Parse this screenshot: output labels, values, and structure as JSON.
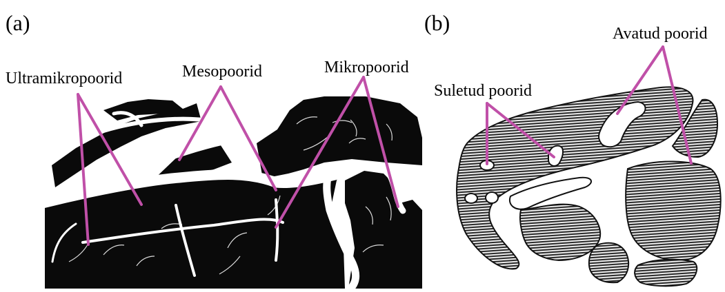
{
  "panel_a": {
    "letter": "(a)",
    "labels": {
      "ultramicro": "Ultramikropoorid",
      "meso": "Mesopoorid",
      "micro": "Mikropoorid"
    }
  },
  "panel_b": {
    "letter": "(b)",
    "labels": {
      "closed": "Suletud poorid",
      "open": "Avatud poorid"
    }
  },
  "colors": {
    "leader": "#c050a8",
    "solid": "#0a0a0a",
    "hatch": "#2b2b2b",
    "background": "#ffffff"
  }
}
